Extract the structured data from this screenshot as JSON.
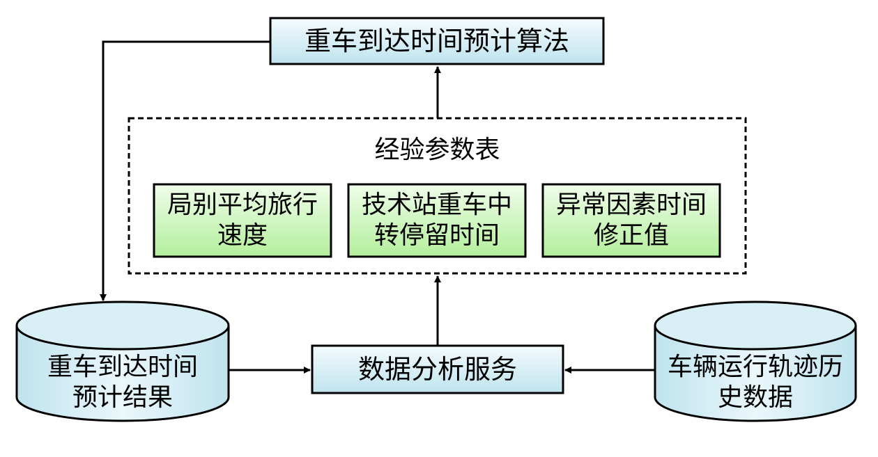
{
  "diagram": {
    "algorithm_box": "重车到达时间预计算法",
    "param_group_title": "经验参数表",
    "param_boxes": [
      "局别平均旅行\n速度",
      "技术站重车中\n转停留时间",
      "异常因素时间\n修正值"
    ],
    "analysis_box": "数据分析服务",
    "result_db": "重车到达时间\n预计结果",
    "history_db": "车辆运行轨迹历\n史数据"
  },
  "colors": {
    "blue_fill_light": "#f4fbfd",
    "blue_fill_dark": "#bfe3ee",
    "green_fill_light": "#eefde9",
    "green_fill_dark": "#b4ef9c",
    "stroke": "#000000"
  }
}
